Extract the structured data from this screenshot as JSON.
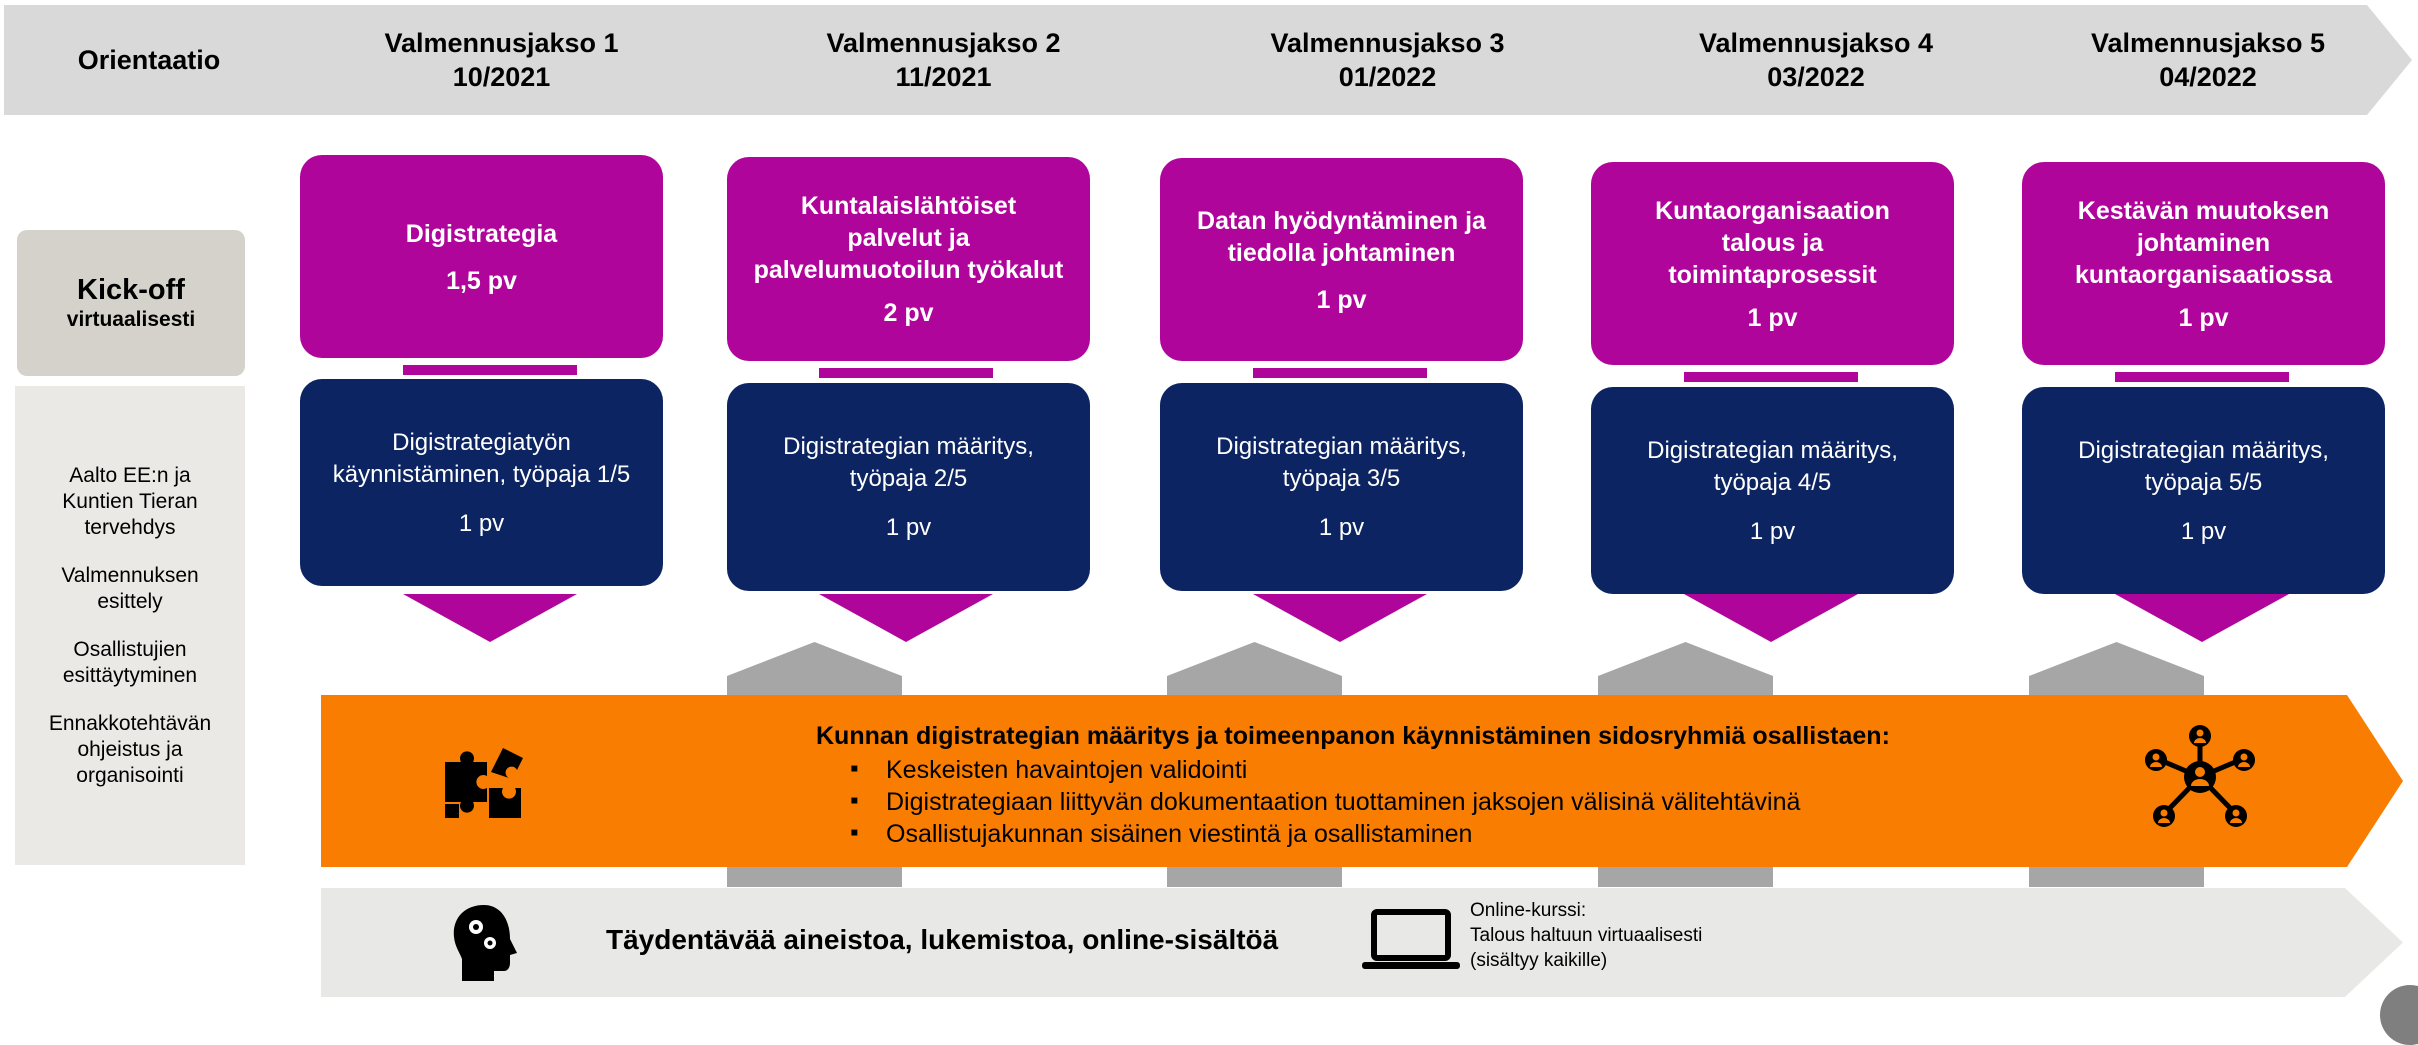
{
  "header": {
    "orientation": "Orientaatio",
    "periods": [
      {
        "title": "Valmennusjakso 1",
        "date": "10/2021"
      },
      {
        "title": "Valmennusjakso 2",
        "date": "11/2021"
      },
      {
        "title": "Valmennusjakso 3",
        "date": "01/2022"
      },
      {
        "title": "Valmennusjakso 4",
        "date": "03/2022"
      },
      {
        "title": "Valmennusjakso 5",
        "date": "04/2022"
      }
    ]
  },
  "kickoff": {
    "title": "Kick-off",
    "subtitle": "virtuaalisesti"
  },
  "orientation_items": [
    "Aalto EE:n ja\nKuntien Tieran\ntervehdys",
    "Valmennuksen\nesittely",
    "Osallistujien\nesittäytyminen",
    "Ennakkotehtävän\nohjeistus ja\norganisointi"
  ],
  "modules": [
    {
      "topic": "Digistrategia",
      "topic_duration": "1,5 pv",
      "workshop": "Digistrategiatyön\nkäynnistäminen, työpaja 1/5",
      "workshop_duration": "1 pv"
    },
    {
      "topic": "Kuntalaislähtöiset\npalvelut ja\npalvelumuotoilun työkalut",
      "topic_duration": "2 pv",
      "workshop": "Digistrategian määritys,\ntyöpaja 2/5",
      "workshop_duration": "1 pv"
    },
    {
      "topic": "Datan hyödyntäminen ja\ntiedolla johtaminen",
      "topic_duration": "1 pv",
      "workshop": "Digistrategian määritys,\ntyöpaja 3/5",
      "workshop_duration": "1 pv"
    },
    {
      "topic": "Kuntaorganisaation\ntalous ja\ntoimintaprosessit",
      "topic_duration": "1 pv",
      "workshop": "Digistrategian määritys,\ntyöpaja 4/5",
      "workshop_duration": "1 pv"
    },
    {
      "topic": "Kestävän muutoksen\njohtaminen\nkuntaorganisaatiossa",
      "topic_duration": "1 pv",
      "workshop": "Digistrategian määritys,\ntyöpaja 5/5",
      "workshop_duration": "1 pv"
    }
  ],
  "implementation": {
    "title": "Kunnan digistrategian määritys ja toimeenpanon käynnistäminen sidosryhmiä osallistaen:",
    "bullets": [
      "Keskeisten havaintojen validointi",
      "Digistrategiaan liittyvän dokumentaation tuottaminen jaksojen välisinä välitehtävinä",
      "Osallistujakunnan sisäinen viestintä ja osallistaminen"
    ],
    "left_icon": "puzzle-icon",
    "right_icon": "network-people-icon"
  },
  "supplementary": {
    "title": "Täydentävää aineistoa, lukemistoa, online-sisältöä",
    "icon": "head-gears-icon",
    "online_icon": "laptop-icon",
    "online_lines": [
      "Online-kurssi:",
      "Talous haltuun virtuaalisesti",
      "(sisältyy kaikille)"
    ]
  },
  "colors": {
    "chevron": "#d9d9d9",
    "topic_box": "#b0059b",
    "workshop_box": "#0c2461",
    "implementation_band": "#f97d00",
    "bottom_band": "#e8e8e6",
    "grey_arrow": "#a6a6a6"
  }
}
